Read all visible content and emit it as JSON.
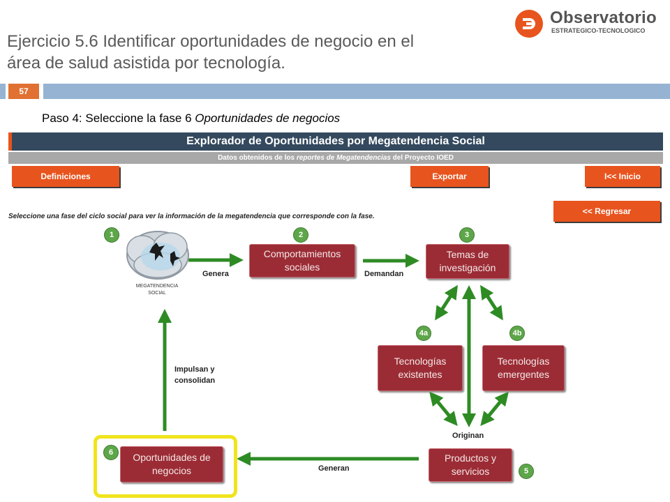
{
  "slide": {
    "title_line1": "Ejercicio 5.6 Identificar oportunidades de negocio en el",
    "title_line2": "área de salud asistida por tecnología.",
    "page_number": "57",
    "step_prefix": "Paso 4: Seleccione la fase 6 ",
    "step_italic": "Oportunidades de negocios"
  },
  "logo": {
    "name": "Observatorio",
    "subtitle": "ESTRATEGICO-TECNOLOGICO"
  },
  "app": {
    "title": "Explorador de Oportunidades por Megatendencia Social",
    "subtitle_prefix": "Datos obtenidos de los ",
    "subtitle_italic": "reportes de Megatendencias",
    "subtitle_suffix": " del Proyecto IOED",
    "buttons": {
      "definiciones": "Definiciones",
      "exportar": "Exportar",
      "inicio": "I<< Inicio",
      "regresar": "<< Regresar"
    },
    "instruction": "Seleccione una fase del ciclo social para ver la información de la megatendencia que corresponde con la fase."
  },
  "diagram": {
    "cloud_label_line1": "MEGATENDENCIA",
    "cloud_label_line2": "SOCIAL",
    "nodes": {
      "n2": {
        "badge": "2",
        "line1": "Comportamientos",
        "line2": "sociales"
      },
      "n3": {
        "badge": "3",
        "line1": "Temas de",
        "line2": "investigación"
      },
      "n4a": {
        "badge": "4a",
        "line1": "Tecnologías",
        "line2": "existentes"
      },
      "n4b": {
        "badge": "4b",
        "line1": "Tecnologías",
        "line2": "emergentes"
      },
      "n5": {
        "badge": "5",
        "line1": "Productos y",
        "line2": "servicios"
      },
      "n6": {
        "badge": "6",
        "line1": "Oportunidades de",
        "line2": "negocios"
      }
    },
    "badge1": "1",
    "edges": {
      "genera": "Genera",
      "demandan": "Demandan",
      "originan": "Originan",
      "generan": "Generan",
      "impulsan_line1": "Impulsan y",
      "impulsan_line2": "consolidan"
    },
    "colors": {
      "arrow": "#2e8b24",
      "node": "#9b2c35",
      "badge": "#5ea64a",
      "highlight": "#f0e41c",
      "accent": "#e8541e"
    }
  }
}
